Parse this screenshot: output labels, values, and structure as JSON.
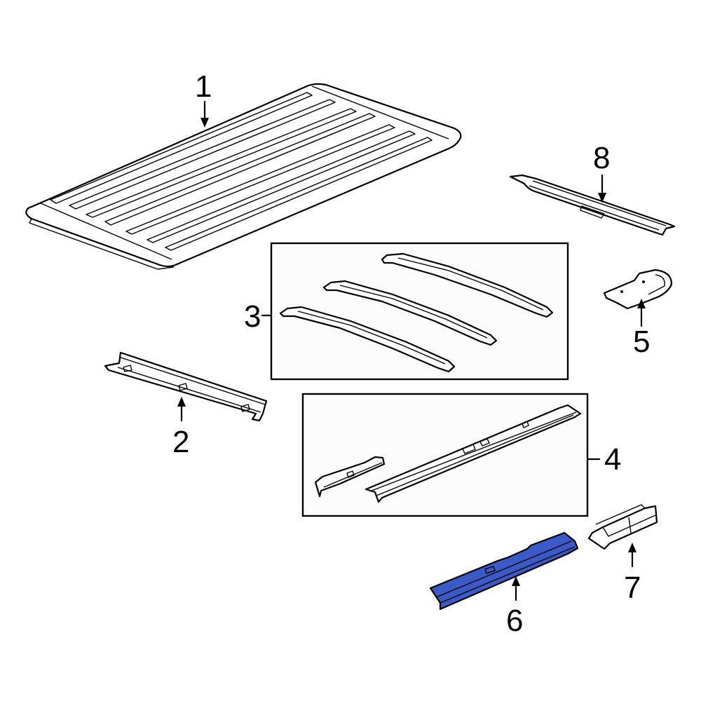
{
  "diagram": {
    "type": "exploded-parts-diagram",
    "highlight_color": "#3a5bc7",
    "callouts": [
      {
        "id": 1,
        "label": "1",
        "part": "roof-panel"
      },
      {
        "id": 2,
        "label": "2",
        "part": "front-header-bow"
      },
      {
        "id": 3,
        "label": "3",
        "part": "roof-bows-group"
      },
      {
        "id": 4,
        "label": "4",
        "part": "roof-side-rails-group"
      },
      {
        "id": 5,
        "label": "5",
        "part": "corner-bracket"
      },
      {
        "id": 6,
        "label": "6",
        "part": "side-rail-highlighted"
      },
      {
        "id": 7,
        "label": "7",
        "part": "rail-extension"
      },
      {
        "id": 8,
        "label": "8",
        "part": "rear-header-bow"
      }
    ],
    "highlighted_part": "6"
  }
}
